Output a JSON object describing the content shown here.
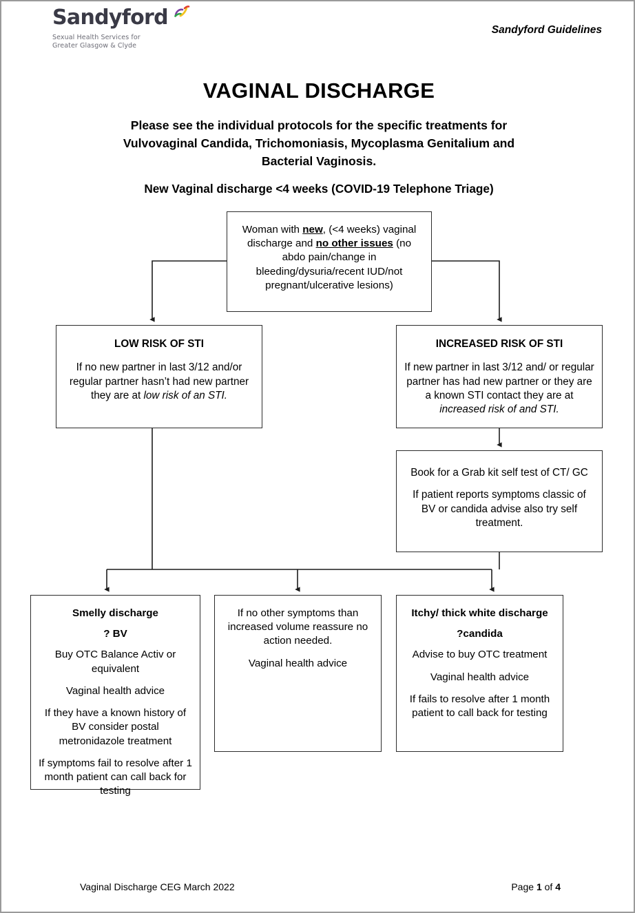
{
  "header": {
    "logo_wordmark": "Sandyford",
    "logo_tagline_line1": "Sexual Health Services for",
    "logo_tagline_line2": "Greater Glasgow & Clyde",
    "logo_swoosh_colors": [
      "#7b3fa0",
      "#2fa34a",
      "#f3c320",
      "#e03c2f"
    ],
    "guidelines_label": "Sandyford Guidelines"
  },
  "title": {
    "doc_title": "VAGINAL DISCHARGE",
    "intro_line1": "Please see the individual protocols for the specific treatments for",
    "intro_line2": "Vulvovaginal Candida, Trichomoniasis, Mycoplasma Genitalium and",
    "intro_line3": "Bacterial Vaginosis.",
    "subtitle": "New Vaginal discharge <4 weeks (COVID-19 Telephone Triage)"
  },
  "flowchart": {
    "entry": {
      "text_a": "Woman with ",
      "emph_1": "new",
      "text_b": ", (<4 weeks) vaginal discharge and ",
      "emph_2": "no other issues",
      "text_c": " (no abdo pain/change in bleeding/dysuria/recent IUD/not pregnant/ulcerative lesions)"
    },
    "low_risk": {
      "heading": "LOW RISK OF STI",
      "body_plain": "If no new partner in last 3/12 and/or regular partner hasn’t had new partner they are at ",
      "body_italic": "low risk of an STI."
    },
    "increased_risk": {
      "heading": "INCREASED RISK OF STI",
      "body_plain": "If new partner in last 3/12 and/ or regular partner has had new partner or they are a known STI contact they are at ",
      "body_italic": "increased risk of and STI."
    },
    "grab_kit": {
      "para1": "Book for a Grab kit self test of CT/ GC",
      "para2": "If patient reports symptoms classic of BV or candida advise also try self treatment."
    },
    "smelly": {
      "heading1": "Smelly discharge",
      "heading2": "? BV",
      "para1": "Buy OTC Balance Activ or equivalent",
      "para2": "Vaginal health advice",
      "para3": "If they have a known history of BV consider postal metronidazole treatment",
      "para4": "If symptoms fail to resolve after 1 month patient can call back for testing"
    },
    "no_other_symptoms": {
      "para1": "If no other symptoms than increased volume reassure no action needed.",
      "para2": "Vaginal health advice"
    },
    "itchy": {
      "heading1": "Itchy/ thick white discharge",
      "heading2": "?candida",
      "para1": "Advise to buy OTC treatment",
      "para2": "Vaginal health advice",
      "para3": "If fails to resolve after 1 month patient to call back for testing"
    }
  },
  "footer": {
    "left": "Vaginal Discharge CEG March 2022",
    "page_word": "Page",
    "page_number": "1",
    "of_word": "of",
    "page_total": "4"
  }
}
